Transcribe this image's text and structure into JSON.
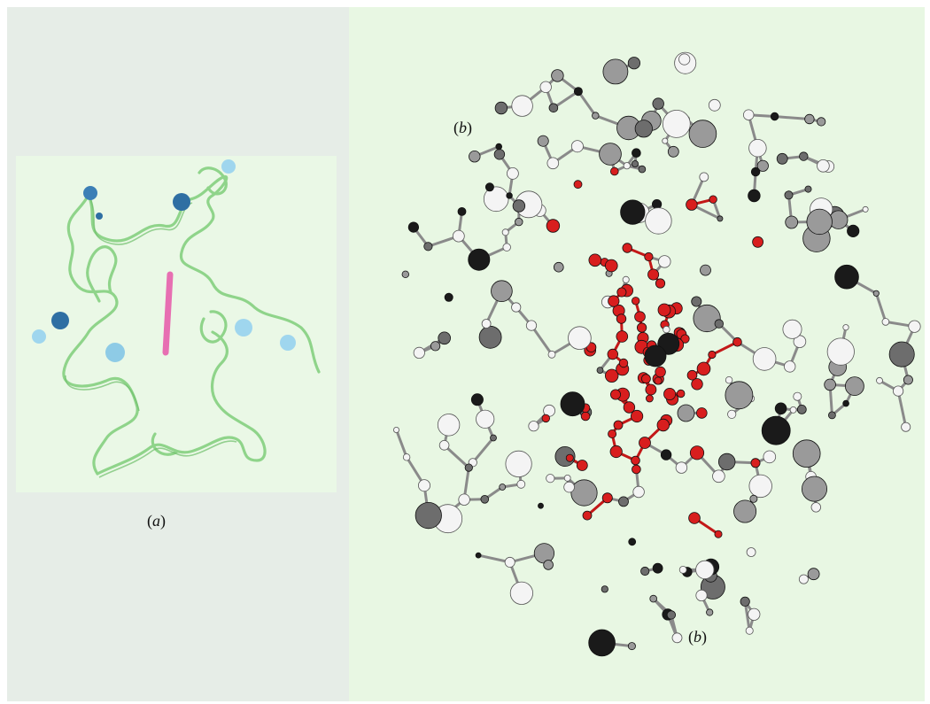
{
  "figure": {
    "panel_a_label": {
      "open": "(",
      "letter": "a",
      "close": ")"
    },
    "panel_b_label": {
      "open": "(",
      "letter": "b",
      "close": ")"
    },
    "panel_b_label_faint": {
      "open": "(",
      "letter": "b",
      "close": ")"
    }
  },
  "colors": {
    "left_background": "#e6ede7",
    "right_background": "#e8f7e3",
    "ribbon": "#8fd48a",
    "metal_site_dark": "#2f6fa3",
    "metal_site_light": "#8ecbe6",
    "axis_marker": "#e76fb2",
    "heme_red": "#d81e1e",
    "atom_black": "#1a1a1a",
    "atom_grey": "#6d6d6d",
    "atom_white": "#f4f4f4"
  }
}
